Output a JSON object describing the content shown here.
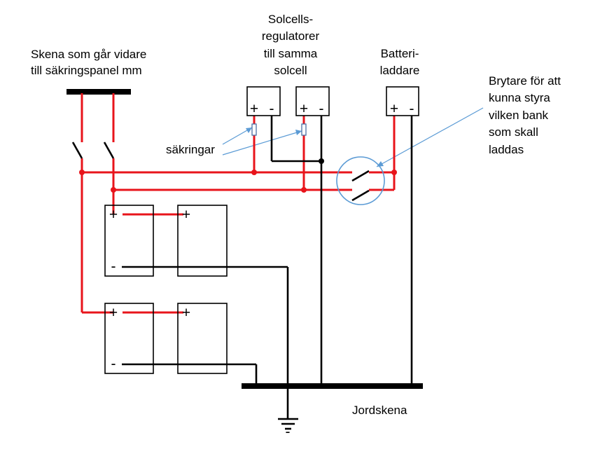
{
  "labels": {
    "skena": [
      "Skena som går vidare",
      "till säkringspanel mm"
    ],
    "regulator": [
      "Solcells-",
      "regulatorer",
      "till samma",
      "solcell"
    ],
    "charger": [
      "Batteri-",
      "laddare"
    ],
    "switch": [
      "Brytare för att",
      "kunna styra",
      "vilken bank",
      "som skall",
      "laddas"
    ],
    "fuses": "säkringar",
    "ground_bus": "Jordskena"
  },
  "signs": {
    "plus": "+",
    "minus": "-"
  },
  "colors": {
    "positive_wire": "#e8141b",
    "negative_wire": "#000000",
    "callout": "#5b9bd5"
  }
}
